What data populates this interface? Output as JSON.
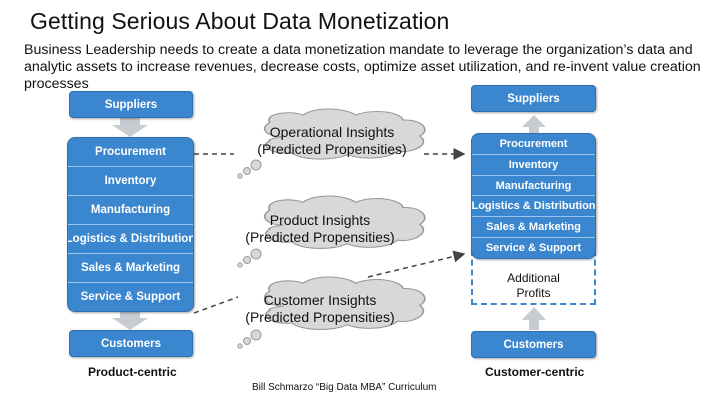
{
  "title": "Getting Serious About Data Monetization",
  "subtitle": "Business Leadership needs to create a data monetization mandate to leverage the organization’s data and analytic assets to increase revenues, decrease costs, optimize asset utilization, and re-invent value creation processes",
  "left": {
    "suppliers": "Suppliers",
    "customers": "Customers",
    "caption": "Product-centric",
    "stages": [
      "Procurement",
      "Inventory",
      "Manufacturing",
      "Logistics & Distribution",
      "Sales & Marketing",
      "Service & Support"
    ]
  },
  "right": {
    "suppliers": "Suppliers",
    "customers": "Customers",
    "caption": "Customer-centric",
    "stages": [
      "Procurement",
      "Inventory",
      "Manufacturing",
      "Logistics & Distribution",
      "Sales & Marketing",
      "Service & Support"
    ],
    "additional_profits": [
      "Additional",
      "Profits"
    ]
  },
  "clouds": [
    {
      "line1": "Operational Insights",
      "line2": "(Predicted Propensities)"
    },
    {
      "line1": "Product Insights",
      "line2": "(Predicted Propensities)"
    },
    {
      "line1": "Customer Insights",
      "line2": "(Predicted Propensities)"
    }
  ],
  "footer": "Bill Schmarzo “Big Data MBA” Curriculum",
  "colors": {
    "box_blue": "#3a86cf",
    "arrow_gray": "#c7ccd2",
    "cloud_fill": "#d8d8d8"
  }
}
